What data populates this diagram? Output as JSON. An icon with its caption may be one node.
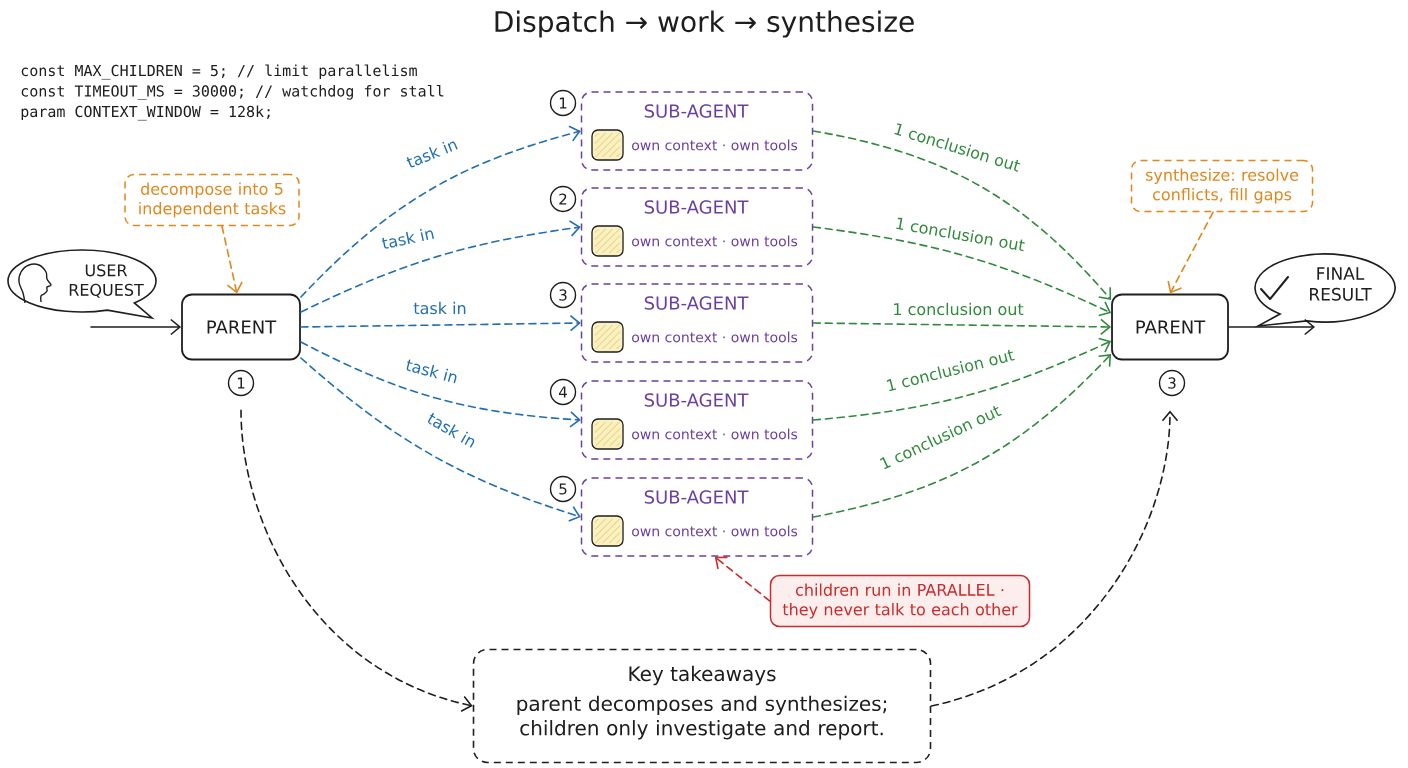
{
  "diagram": {
    "title": "Dispatch → work → synthesize",
    "nodes": [
      {
        "text": [
          "USER REQUEST"
        ]
      },
      {
        "text": [
          "decompose into 5 independent tasks"
        ]
      },
      {
        "text": [
          "PARENT"
        ],
        "beside": [
          "1"
        ]
      },
      {
        "text": [
          "SUB-AGENT",
          "own context · own tools"
        ],
        "beside": [
          "1"
        ]
      },
      {
        "text": [
          "SUB-AGENT",
          "own context · own tools"
        ],
        "beside": [
          "2"
        ]
      },
      {
        "text": [
          "SUB-AGENT",
          "own context · own tools"
        ],
        "beside": [
          "3"
        ]
      },
      {
        "text": [
          "SUB-AGENT",
          "own context · own tools"
        ],
        "beside": [
          "4"
        ]
      },
      {
        "text": [
          "SUB-AGENT",
          "own context · own tools"
        ],
        "beside": [
          "5"
        ]
      },
      {
        "text": [
          "children run in PARALLEL · they never talk to each other"
        ]
      },
      {
        "text": [
          "synthesize: resolve conflicts, fill gaps"
        ]
      },
      {
        "text": [
          "PARENT"
        ],
        "beside": [
          "3"
        ]
      },
      {
        "text": [
          "FINAL RESULT"
        ]
      },
      {
        "text": [
          "Key takeaways",
          "parent decomposes and synthesizes; children only investigate and report."
        ]
      }
    ],
    "edges": [
      {
        "from": 0,
        "to": 2,
        "arrow": "to",
        "color": "#1e1e1e"
      },
      {
        "from": 1,
        "to": 2,
        "arrow": "to",
        "style": "dashed",
        "color": "#e0861a"
      },
      {
        "from": 2,
        "to": 3,
        "arrow": "to",
        "label": "task in",
        "style": "dashed",
        "color": "#1f6fb2"
      },
      {
        "from": 2,
        "to": 4,
        "arrow": "to",
        "label": "task in",
        "style": "dashed",
        "color": "#1f6fb2"
      },
      {
        "from": 2,
        "to": 5,
        "arrow": "to",
        "label": "task in",
        "style": "dashed",
        "color": "#1f6fb2"
      },
      {
        "from": 2,
        "to": 6,
        "arrow": "to",
        "label": "task in",
        "style": "dashed",
        "color": "#1f6fb2"
      },
      {
        "from": 2,
        "to": 7,
        "arrow": "to",
        "label": "task in",
        "style": "dashed",
        "color": "#1f6fb2"
      },
      {
        "from": 3,
        "to": 10,
        "arrow": "to",
        "label": "1 conclusion out",
        "style": "dashed",
        "color": "#2f8a3c"
      },
      {
        "from": 4,
        "to": 10,
        "arrow": "to",
        "label": "1 conclusion out",
        "style": "dashed",
        "color": "#2f8a3c"
      },
      {
        "from": 5,
        "to": 10,
        "arrow": "to",
        "label": "1 conclusion out",
        "style": "dashed",
        "color": "#2f8a3c"
      },
      {
        "from": 6,
        "to": 10,
        "arrow": "to",
        "label": "1 conclusion out",
        "style": "dashed",
        "color": "#2f8a3c"
      },
      {
        "from": 7,
        "to": 10,
        "arrow": "to",
        "label": "1 conclusion out",
        "style": "dashed",
        "color": "#2f8a3c"
      },
      {
        "from": 8,
        "to": 7,
        "arrow": "to",
        "style": "dashed",
        "color": "#c92a2a"
      },
      {
        "from": 9,
        "to": 10,
        "arrow": "to",
        "style": "dashed",
        "color": "#e0861a"
      },
      {
        "from": 10,
        "to": 11,
        "arrow": "to",
        "color": "#1e1e1e"
      },
      {
        "from": 2,
        "to": 12,
        "arrow": "to",
        "style": "dashed",
        "color": "#1e1e1e"
      },
      {
        "from": 12,
        "to": 10,
        "arrow": "to",
        "style": "dashed",
        "color": "#1e1e1e"
      }
    ],
    "labels": [
      "const MAX_CHILDREN = 5; // limit parallelism",
      "const TIMEOUT_MS = 30000; // watchdog for stall",
      "param CONTEXT_WINDOW = 128k;"
    ]
  }
}
